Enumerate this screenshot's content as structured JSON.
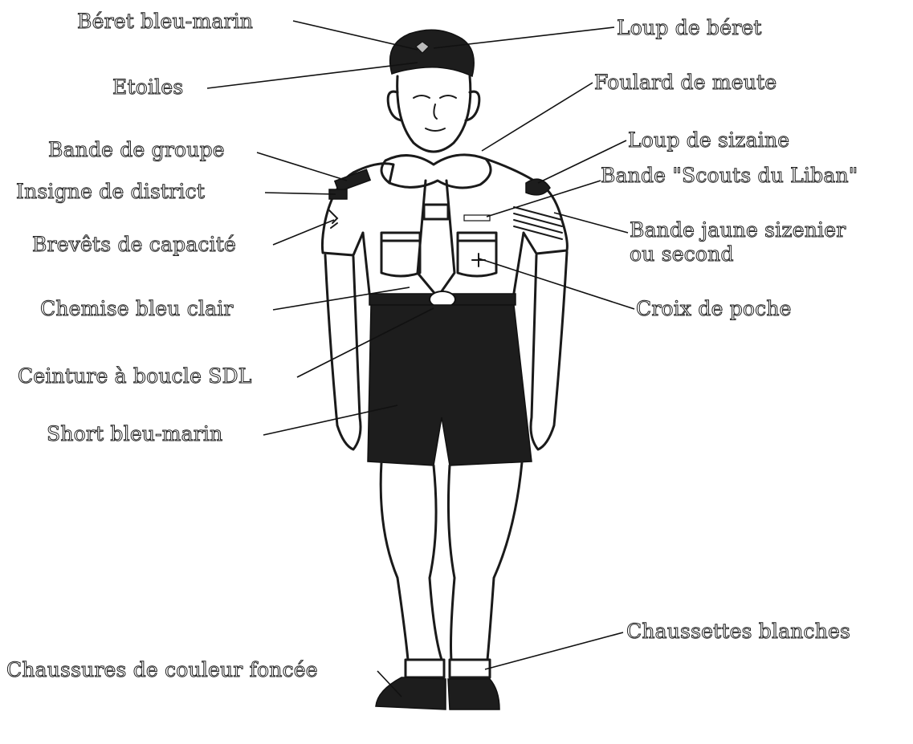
{
  "labels": {
    "beret_bleu_marin": "Béret bleu-marin",
    "loup_de_beret": "Loup de béret",
    "etoiles": "Etoiles",
    "foulard_de_meute": "Foulard de meute",
    "bande_de_groupe": "Bande de groupe",
    "loup_de_sizaine": "Loup de sizaine",
    "insigne_de_district": "Insigne de district",
    "bande_scouts_du_liban": "Bande \"Scouts du Liban\"",
    "brevets_de_capacite": "Brevêts de capacité",
    "bande_jaune_line1": "Bande jaune sizenier",
    "bande_jaune_line2": "ou second",
    "chemise_bleu_clair": "Chemise bleu clair",
    "croix_de_poche": "Croix de poche",
    "ceinture_a_boucle": "Ceinture à boucle SDL",
    "short_bleu_marin": "Short bleu-marin",
    "chaussettes_blanches": "Chaussettes blanches",
    "chaussures": "Chaussures de couleur foncée"
  },
  "colors": {
    "background": "#ffffff",
    "ink": "#1a1a1a",
    "label_fill": "#ffffff",
    "label_outline": "#222222"
  }
}
